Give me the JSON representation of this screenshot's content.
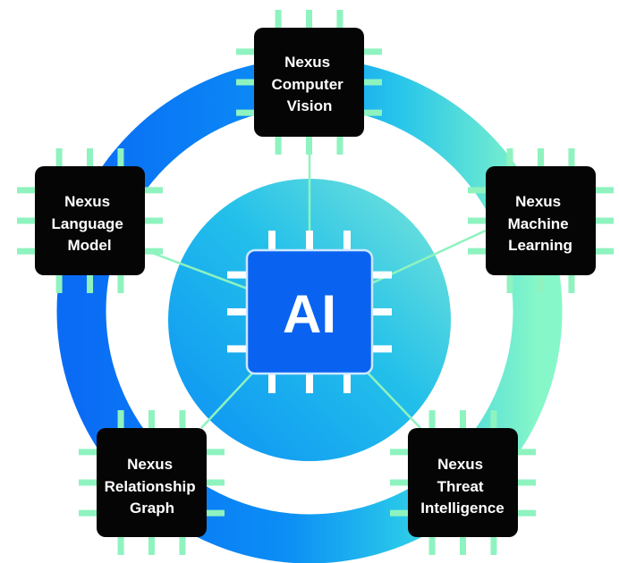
{
  "center_chip": {
    "label": "AI"
  },
  "modules": [
    {
      "id": "computer-vision",
      "lines": [
        "Nexus",
        "Computer",
        "Vision"
      ]
    },
    {
      "id": "machine-learning",
      "lines": [
        "Nexus",
        "Machine",
        "Learning"
      ]
    },
    {
      "id": "threat-intelligence",
      "lines": [
        "Nexus",
        "Threat",
        "Intelligence"
      ]
    },
    {
      "id": "relationship-graph",
      "lines": [
        "Nexus",
        "Relationship",
        "Graph"
      ]
    },
    {
      "id": "language-model",
      "lines": [
        "Nexus",
        "Language",
        "Model"
      ]
    }
  ],
  "colors": {
    "ring_start": "#0a6cf5",
    "ring_mid": "#10b4f0",
    "ring_end": "#86f7c8",
    "chip_body": "#050505",
    "pin": "#8ef3bf",
    "center_chip_body": "#0a63f0",
    "center_chip_border": "#cde8ff",
    "connector": "#8ef3bf"
  }
}
